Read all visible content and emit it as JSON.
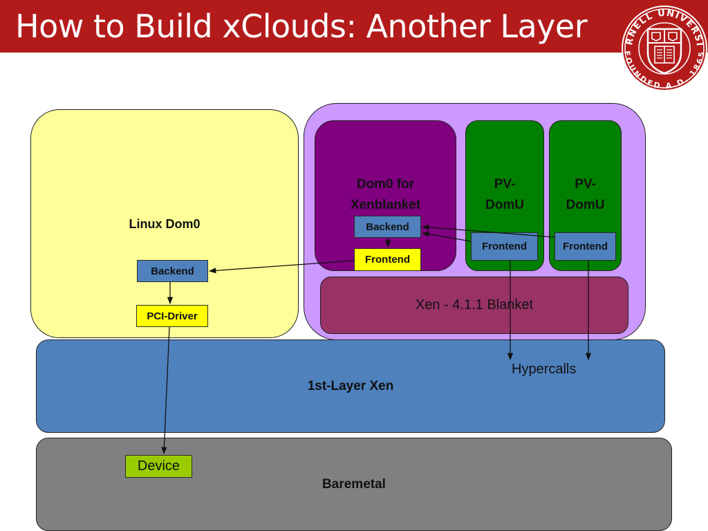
{
  "slide": {
    "title": "How to Build xClouds: Another Layer",
    "logo": {
      "name": "cornell-university-seal",
      "top_text": "CORNELL UNIVERSITY",
      "bottom_text": "FOUNDED A.D. 1865"
    }
  },
  "colors": {
    "header": "#b31b1b",
    "linux_dom0": "#ffff99",
    "xenblanket_region": "#cc99ff",
    "dom0_xenblanket": "#800080",
    "pv_domu": "#008000",
    "xen_blanket": "#993366",
    "first_layer_xen": "#4f81bd",
    "baremetal": "#808080",
    "backend": "#4f81bd",
    "frontend_yellow": "#ffff00",
    "device": "#99cc00"
  },
  "diagram": {
    "linux_dom0": {
      "label": "Linux Dom0",
      "backend": "Backend",
      "pci_driver": "PCI-Driver"
    },
    "dom0_xenblanket": {
      "label_line1": "Dom0 for",
      "label_line2": "Xenblanket",
      "backend": "Backend",
      "frontend": "Frontend"
    },
    "pv_domus": [
      {
        "label_line1": "PV-",
        "label_line2": "DomU",
        "frontend": "Frontend"
      },
      {
        "label_line1": "PV-",
        "label_line2": "DomU",
        "frontend": "Frontend"
      }
    ],
    "xen_blanket": {
      "label": "Xen - 4.1.1 Blanket"
    },
    "first_layer_xen": {
      "label": "1st-Layer Xen",
      "hypercalls": "Hypercalls"
    },
    "baremetal": {
      "label": "Baremetal",
      "device": "Device"
    },
    "connections": [
      {
        "from": "pv-domu-1-frontend",
        "to": "xenblanket-backend"
      },
      {
        "from": "pv-domu-2-frontend",
        "to": "xenblanket-backend"
      },
      {
        "from": "xenblanket-backend",
        "to": "xenblanket-frontend"
      },
      {
        "from": "xenblanket-frontend",
        "to": "linux-dom0-backend"
      },
      {
        "from": "linux-dom0-backend",
        "to": "pci-driver"
      },
      {
        "from": "pci-driver",
        "to": "device"
      },
      {
        "from": "pv-domu-1-frontend",
        "to": "hypercalls"
      },
      {
        "from": "pv-domu-2-frontend",
        "to": "hypercalls"
      }
    ]
  }
}
